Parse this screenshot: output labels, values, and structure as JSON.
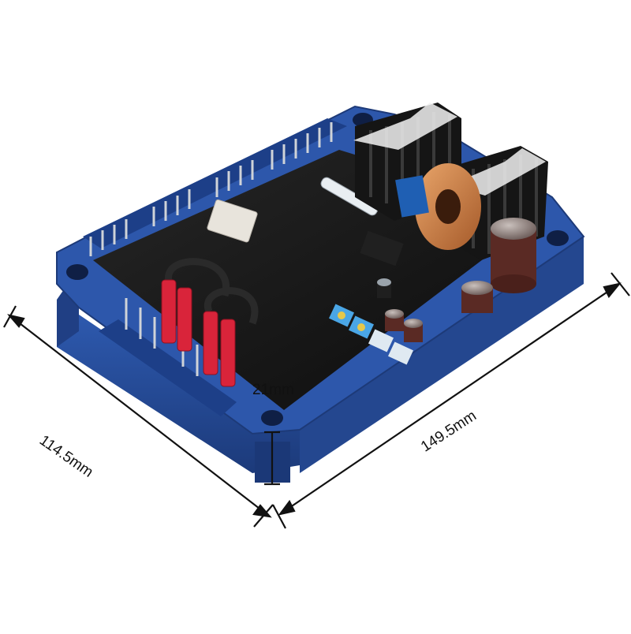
{
  "image": {
    "subject": "AVR-circuit-board-module",
    "dimensions": {
      "width_label": "114.5mm",
      "length_label": "149.5mm",
      "height_label": "21mm"
    },
    "colors": {
      "housing": "#2a4f9c",
      "housing_dark": "#1d3a78",
      "board": "#141414",
      "heatsink": "#161616",
      "terminal_red": "#d9243a",
      "capacitor": "#5a2a24",
      "coil": "#c98046",
      "trimmer": "#4aa6e6"
    },
    "icons": [
      "dimension-arrow-icon",
      "heatsink-icon",
      "capacitor-icon",
      "connector-icon"
    ]
  }
}
